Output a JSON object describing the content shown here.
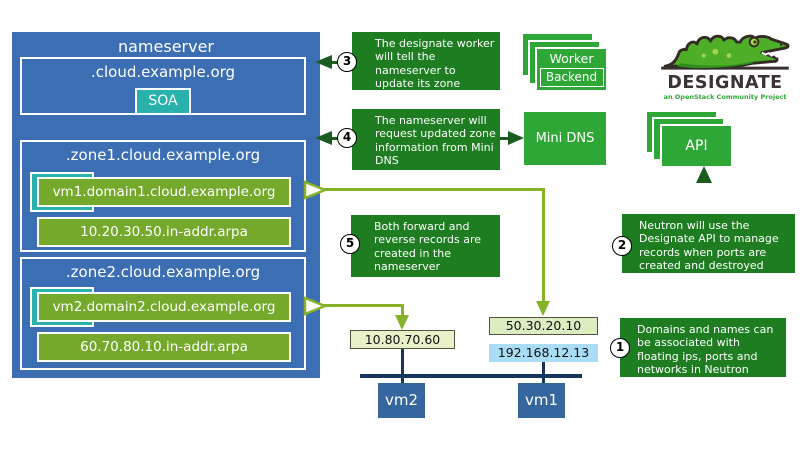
{
  "nameserver": {
    "title": "nameserver",
    "root_zone": {
      "label": ".cloud.example.org",
      "record": "SOA"
    },
    "zones": [
      {
        "label": ".zone1.cloud.example.org",
        "forward": "vm1.domain1.cloud.example.org",
        "reverse": "10.20.30.50.in-addr.arpa"
      },
      {
        "label": ".zone2.cloud.example.org",
        "forward": "vm2.domain2.cloud.example.org",
        "reverse": "60.70.80.10.in-addr.arpa"
      }
    ]
  },
  "steps": [
    {
      "number": "1",
      "text": "Domains and names can be associated with floating ips, ports and networks in Neutron"
    },
    {
      "number": "2",
      "text": "Neutron will use the Designate API to manage records when ports are created and destroyed"
    },
    {
      "number": "3",
      "text": "The designate worker will tell the nameserver to update its zone information"
    },
    {
      "number": "4",
      "text": "The nameserver will request updated zone information from Mini DNS"
    },
    {
      "number": "5",
      "text": "Both forward and reverse records are created in the nameserver"
    }
  ],
  "components": {
    "worker": {
      "label": "Worker",
      "sublabel": "Backend"
    },
    "minidns": {
      "label": "Mini DNS"
    },
    "api": {
      "label": "API"
    }
  },
  "logo": {
    "title": "DESIGNATE",
    "tagline": "an OpenStack Community Project"
  },
  "network": {
    "vm1": {
      "label": "vm1",
      "floating_ip": "50.30.20.10",
      "fixed_ip": "192.168.12.13"
    },
    "vm2": {
      "label": "vm2",
      "floating_ip": "10.80.70.60"
    }
  },
  "colors": {
    "panel_blue": "#3c6eb4",
    "vm_blue": "#35669e",
    "step_green": "#1d7d20",
    "component_green": "#2fa737",
    "record_olive": "#75a92c",
    "arrow_olive": "#86b22a",
    "arrow_dark_green": "#1c5c20",
    "teal": "#29b2ab",
    "bus_navy": "#17365d",
    "ip_pale_green": "#e9f1c8",
    "ip_pale_blue": "#a9ddf5"
  }
}
